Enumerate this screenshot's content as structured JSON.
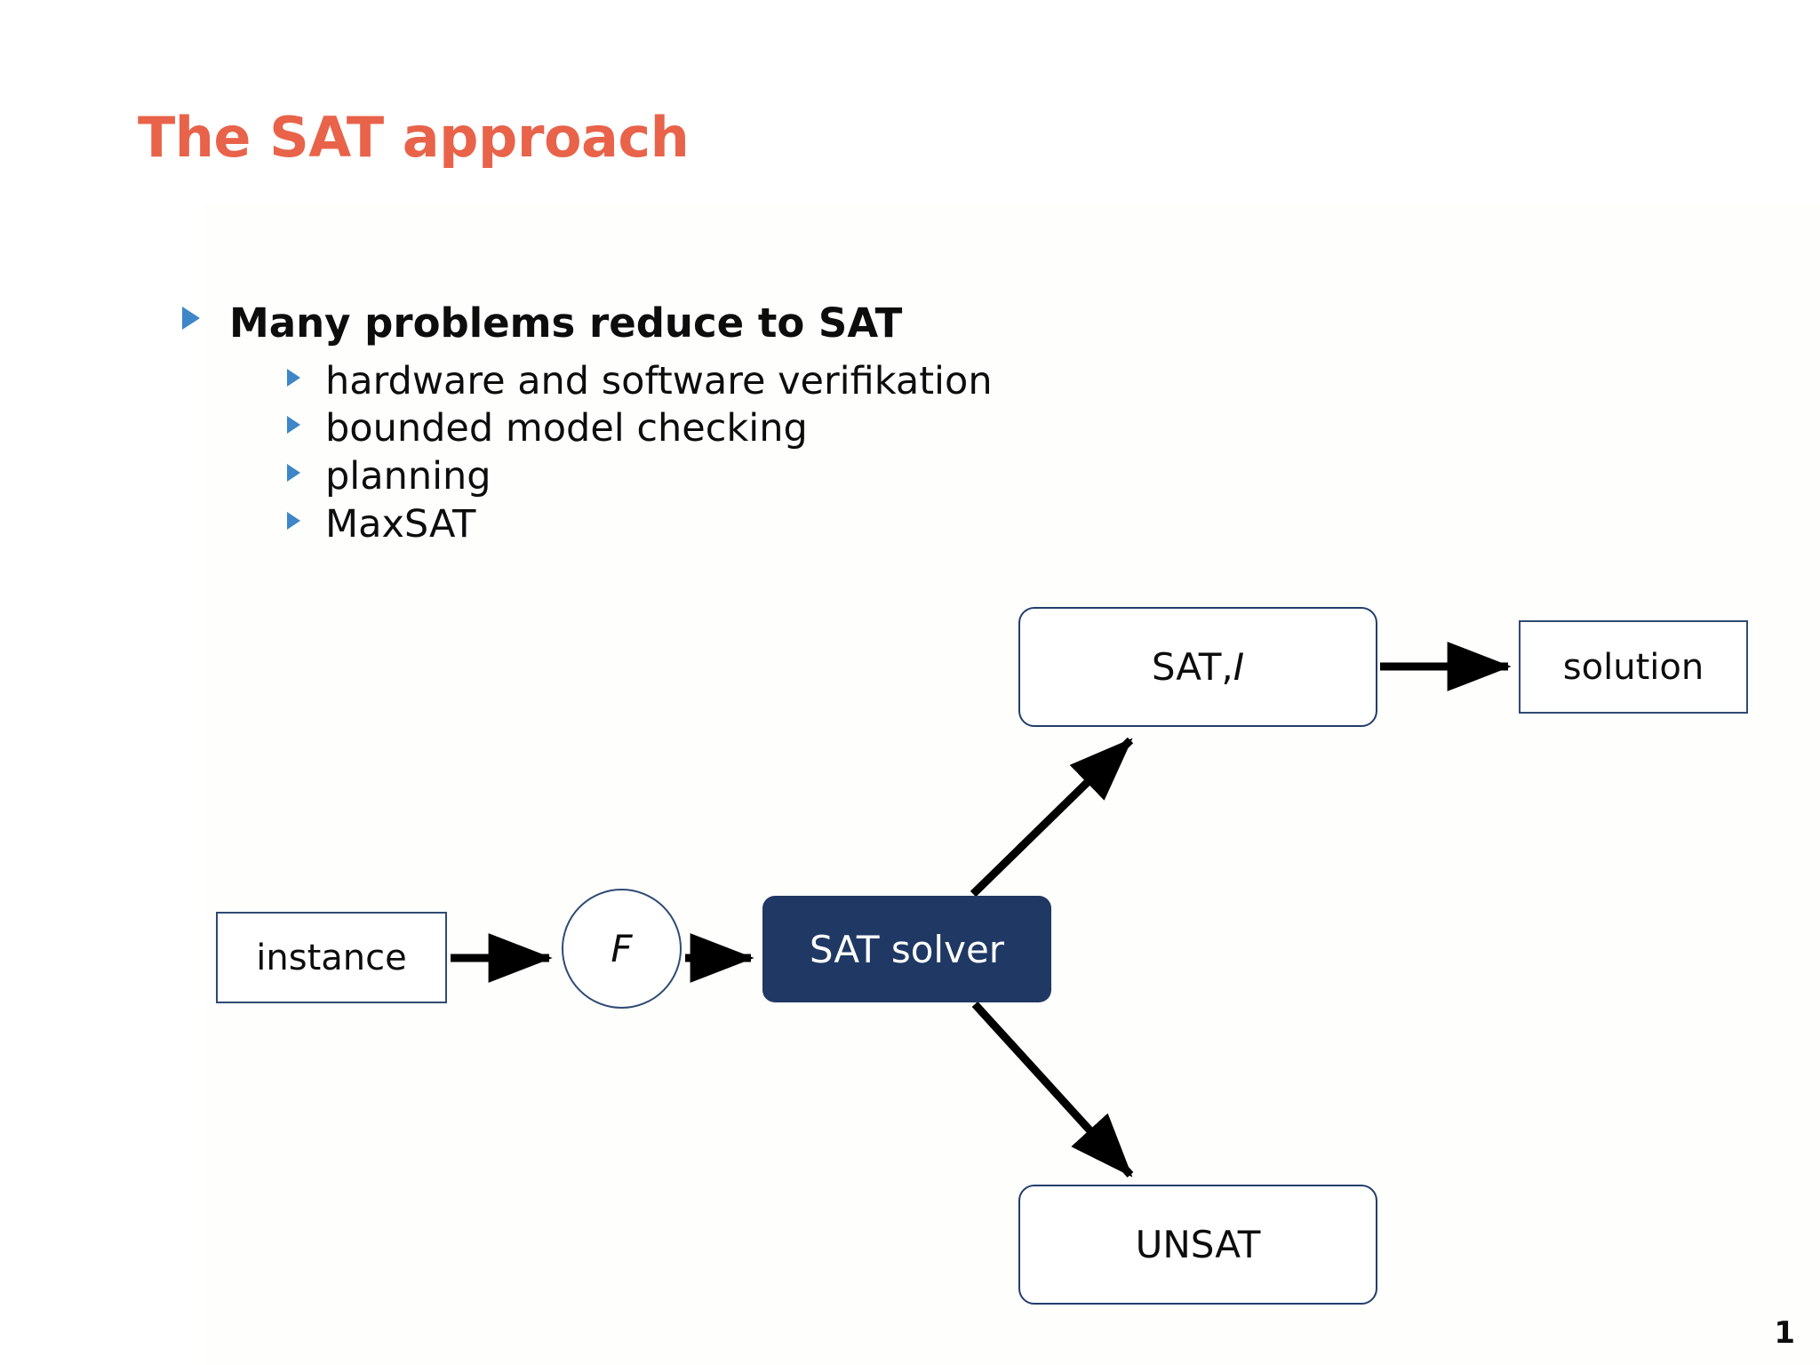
{
  "slide": {
    "title": "The SAT approach",
    "title_color": "#E8634A",
    "page_number": "1",
    "background": "#ffffff"
  },
  "bullets": {
    "bullet_glyph": "triangle-right",
    "bullet_color": "#3E86C8",
    "items": [
      {
        "level": 1,
        "text": "Many problems reduce to SAT",
        "children": [
          {
            "level": 2,
            "text": "hardware and software verifikation"
          },
          {
            "level": 2,
            "text": "bounded model checking"
          },
          {
            "level": 2,
            "text": "planning"
          },
          {
            "level": 2,
            "text": "MaxSAT"
          }
        ]
      }
    ]
  },
  "diagram": {
    "nodes": [
      {
        "id": "instance",
        "label": "instance",
        "shape": "rect-sharp",
        "fill": "#ffffff",
        "stroke": "#2E4A74",
        "text_color": "#0d0d0d"
      },
      {
        "id": "formula",
        "label": "F",
        "shape": "circle",
        "fill": "#ffffff",
        "stroke": "#2E4A74",
        "text_color": "#0d0d0d",
        "italic": true
      },
      {
        "id": "satsolver",
        "label": "SAT solver",
        "shape": "rect-round-filled",
        "fill": "#1F3864",
        "stroke": "none",
        "text_color": "#ffffff"
      },
      {
        "id": "sat",
        "label_prefix": "SAT, ",
        "label_italic": "I",
        "shape": "rect-round",
        "fill": "#ffffff",
        "stroke": "#233E6B",
        "text_color": "#0d0d0d"
      },
      {
        "id": "solution",
        "label": "solution",
        "shape": "rect-sharp",
        "fill": "#ffffff",
        "stroke": "#2E4A74",
        "text_color": "#0d0d0d"
      },
      {
        "id": "unsat",
        "label": "UNSAT",
        "shape": "rect-round",
        "fill": "#ffffff",
        "stroke": "#233E6B",
        "text_color": "#0d0d0d"
      }
    ],
    "edges": [
      {
        "from": "instance",
        "to": "formula",
        "style": "solid-arrow",
        "color": "#000000"
      },
      {
        "from": "formula",
        "to": "satsolver",
        "style": "solid-arrow",
        "color": "#000000"
      },
      {
        "from": "satsolver",
        "to": "sat",
        "style": "solid-arrow",
        "color": "#000000"
      },
      {
        "from": "satsolver",
        "to": "unsat",
        "style": "solid-arrow",
        "color": "#000000"
      },
      {
        "from": "sat",
        "to": "solution",
        "style": "solid-arrow",
        "color": "#000000"
      }
    ]
  }
}
